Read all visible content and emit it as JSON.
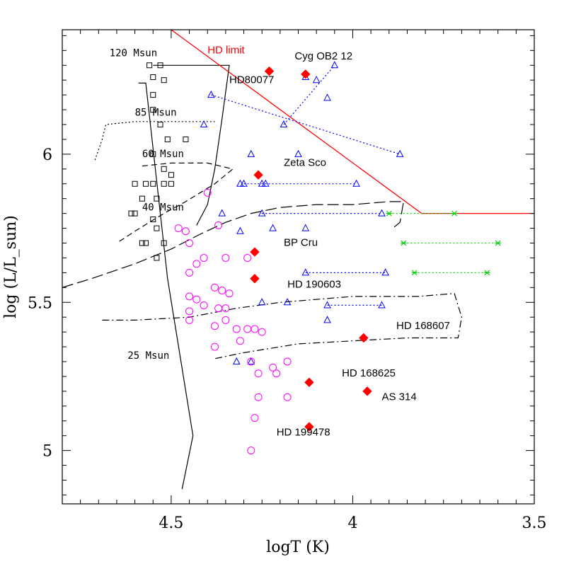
{
  "chart_data": {
    "type": "scatter",
    "xlabel": "logT (K)",
    "ylabel": "log (L/L_sun)",
    "xlim": [
      4.8,
      3.5
    ],
    "ylim": [
      4.82,
      6.42
    ],
    "x_ticks": [
      {
        "value": 4.5,
        "label": "4.5"
      },
      {
        "value": 4.0,
        "label": "4"
      },
      {
        "value": 3.5,
        "label": "3.5"
      }
    ],
    "y_ticks": [
      {
        "value": 5.0,
        "label": "5"
      },
      {
        "value": 5.5,
        "label": "5.5"
      },
      {
        "value": 6.0,
        "label": "6"
      }
    ],
    "hd_limit": {
      "label": "HD limit",
      "color": "#ff0000",
      "points": [
        [
          4.5,
          6.42
        ],
        [
          3.81,
          5.8
        ],
        [
          3.5,
          5.8
        ]
      ]
    },
    "tracks": [
      {
        "label": "120 Msun",
        "style": "solid",
        "points": [
          [
            4.55,
            6.3
          ],
          [
            4.34,
            6.3
          ],
          [
            4.36,
            6.12
          ],
          [
            4.38,
            5.95
          ],
          [
            4.4,
            5.83
          ],
          [
            4.43,
            5.76
          ]
        ]
      },
      {
        "label": "85 Msun",
        "style": "dotted",
        "points": [
          [
            4.71,
            5.98
          ],
          [
            4.69,
            6.05
          ],
          [
            4.68,
            6.1
          ],
          [
            4.6,
            6.11
          ],
          [
            4.38,
            6.11
          ]
        ]
      },
      {
        "label": "60 Msun",
        "style": "dashed",
        "points": [
          [
            4.58,
            5.96
          ],
          [
            4.5,
            5.97
          ],
          [
            4.4,
            5.97
          ],
          [
            4.33,
            5.95
          ],
          [
            4.38,
            5.9
          ],
          [
            4.46,
            5.84
          ],
          [
            4.52,
            5.8
          ],
          [
            4.6,
            5.74
          ],
          [
            4.65,
            5.7
          ]
        ]
      },
      {
        "label": "40 Msun",
        "style": "longdash",
        "points": [
          [
            4.8,
            5.55
          ],
          [
            4.72,
            5.58
          ],
          [
            4.6,
            5.63
          ],
          [
            4.5,
            5.68
          ],
          [
            4.42,
            5.73
          ],
          [
            4.35,
            5.77
          ],
          [
            4.28,
            5.8
          ],
          [
            4.2,
            5.82
          ],
          [
            4.1,
            5.83
          ],
          [
            4.0,
            5.83
          ],
          [
            3.9,
            5.84
          ],
          [
            3.86,
            5.84
          ],
          [
            3.87,
            5.77
          ],
          [
            3.89,
            5.75
          ]
        ]
      },
      {
        "label": "25 Msun",
        "style": "dashdot",
        "points": [
          [
            4.69,
            5.44
          ],
          [
            4.6,
            5.44
          ],
          [
            4.45,
            5.45
          ],
          [
            4.32,
            5.48
          ],
          [
            4.2,
            5.5
          ],
          [
            4.0,
            5.52
          ],
          [
            3.82,
            5.52
          ],
          [
            3.72,
            5.53
          ],
          [
            3.7,
            5.45
          ],
          [
            3.71,
            5.38
          ],
          [
            3.85,
            5.38
          ],
          [
            4.0,
            5.37
          ],
          [
            4.15,
            5.36
          ],
          [
            4.3,
            5.33
          ],
          [
            4.38,
            5.31
          ]
        ]
      }
    ],
    "zams": {
      "label": "",
      "points": [
        [
          4.59,
          6.24
        ],
        [
          4.57,
          6.24
        ],
        [
          4.51,
          5.58
        ],
        [
          4.44,
          5.05
        ],
        [
          4.47,
          4.87
        ]
      ]
    },
    "series": [
      {
        "marker": "square",
        "color": "#000000",
        "points": [
          [
            4.56,
            6.3
          ],
          [
            4.53,
            6.3
          ],
          [
            4.55,
            6.26
          ],
          [
            4.52,
            6.25
          ],
          [
            4.55,
            6.2
          ],
          [
            4.55,
            6.15
          ],
          [
            4.53,
            6.1
          ],
          [
            4.51,
            6.05
          ],
          [
            4.46,
            6.05
          ],
          [
            4.55,
            6.0
          ],
          [
            4.52,
            5.95
          ],
          [
            4.5,
            5.93
          ],
          [
            4.6,
            5.9
          ],
          [
            4.57,
            5.9
          ],
          [
            4.55,
            5.9
          ],
          [
            4.52,
            5.9
          ],
          [
            4.5,
            5.9
          ],
          [
            4.58,
            5.85
          ],
          [
            4.54,
            5.85
          ],
          [
            4.61,
            5.8
          ],
          [
            4.6,
            5.8
          ],
          [
            4.55,
            5.78
          ],
          [
            4.54,
            5.75
          ],
          [
            4.58,
            5.7
          ],
          [
            4.57,
            5.7
          ],
          [
            4.52,
            5.7
          ],
          [
            4.54,
            5.65
          ]
        ]
      },
      {
        "marker": "triangle",
        "color": "#0000ff",
        "points": [
          [
            4.39,
            6.2
          ],
          [
            4.41,
            6.1
          ],
          [
            4.19,
            6.1
          ],
          [
            4.05,
            6.3
          ],
          [
            4.13,
            6.26
          ],
          [
            4.1,
            6.25
          ],
          [
            4.07,
            6.19
          ],
          [
            3.87,
            6.0
          ],
          [
            4.15,
            6.0
          ],
          [
            4.28,
            6.0
          ],
          [
            4.3,
            5.9
          ],
          [
            4.31,
            5.9
          ],
          [
            4.25,
            5.9
          ],
          [
            3.99,
            5.9
          ],
          [
            4.24,
            5.9
          ],
          [
            4.36,
            5.8
          ],
          [
            4.25,
            5.8
          ],
          [
            3.92,
            5.8
          ],
          [
            4.13,
            5.75
          ],
          [
            4.22,
            5.75
          ],
          [
            4.31,
            5.74
          ],
          [
            4.13,
            5.6
          ],
          [
            3.91,
            5.6
          ],
          [
            4.07,
            5.49
          ],
          [
            3.92,
            5.49
          ],
          [
            4.25,
            5.5
          ],
          [
            4.18,
            5.5
          ],
          [
            4.07,
            5.44
          ],
          [
            4.32,
            5.3
          ],
          [
            4.28,
            5.3
          ]
        ]
      },
      {
        "marker": "circle",
        "color": "#ff00ff",
        "points": [
          [
            4.4,
            5.87
          ],
          [
            4.48,
            5.75
          ],
          [
            4.46,
            5.74
          ],
          [
            4.37,
            5.76
          ],
          [
            4.45,
            5.7
          ],
          [
            4.41,
            5.65
          ],
          [
            4.35,
            5.65
          ],
          [
            4.29,
            5.65
          ],
          [
            4.43,
            5.63
          ],
          [
            4.45,
            5.6
          ],
          [
            4.38,
            5.55
          ],
          [
            4.36,
            5.54
          ],
          [
            4.34,
            5.53
          ],
          [
            4.45,
            5.52
          ],
          [
            4.43,
            5.51
          ],
          [
            4.41,
            5.49
          ],
          [
            4.37,
            5.48
          ],
          [
            4.35,
            5.48
          ],
          [
            4.45,
            5.47
          ],
          [
            4.45,
            5.44
          ],
          [
            4.35,
            5.44
          ],
          [
            4.38,
            5.42
          ],
          [
            4.32,
            5.41
          ],
          [
            4.29,
            5.41
          ],
          [
            4.27,
            5.41
          ],
          [
            4.25,
            5.4
          ],
          [
            4.31,
            5.37
          ],
          [
            4.38,
            5.35
          ],
          [
            4.28,
            5.3
          ],
          [
            4.22,
            5.28
          ],
          [
            4.18,
            5.3
          ],
          [
            4.21,
            5.26
          ],
          [
            4.26,
            5.26
          ],
          [
            4.18,
            5.18
          ],
          [
            4.26,
            5.18
          ],
          [
            4.27,
            5.11
          ],
          [
            4.28,
            5.0
          ]
        ]
      },
      {
        "marker": "star",
        "color": "#00cc00",
        "points": [
          [
            3.9,
            5.8
          ],
          [
            3.72,
            5.8
          ],
          [
            3.86,
            5.7
          ],
          [
            3.6,
            5.7
          ],
          [
            3.83,
            5.6
          ],
          [
            3.63,
            5.6
          ]
        ]
      },
      {
        "marker": "diamond",
        "color": "#ff0000",
        "points": [
          [
            4.23,
            6.28
          ],
          [
            4.13,
            6.27
          ],
          [
            4.26,
            5.93
          ],
          [
            4.27,
            5.67
          ],
          [
            4.27,
            5.58
          ],
          [
            3.97,
            5.38
          ],
          [
            4.12,
            5.23
          ],
          [
            3.96,
            5.2
          ],
          [
            4.12,
            5.08
          ]
        ]
      }
    ],
    "blue_links": [
      [
        [
          4.39,
          6.2
        ],
        [
          3.87,
          6.0
        ]
      ],
      [
        [
          4.19,
          6.1
        ],
        [
          4.05,
          6.3
        ]
      ],
      [
        [
          4.3,
          5.9
        ],
        [
          3.99,
          5.9
        ]
      ],
      [
        [
          4.25,
          5.8
        ],
        [
          3.92,
          5.8
        ]
      ],
      [
        [
          4.13,
          5.6
        ],
        [
          3.91,
          5.6
        ]
      ],
      [
        [
          4.07,
          5.49
        ],
        [
          3.92,
          5.49
        ]
      ]
    ],
    "green_links": [
      [
        [
          3.9,
          5.8
        ],
        [
          3.72,
          5.8
        ]
      ],
      [
        [
          3.86,
          5.7
        ],
        [
          3.6,
          5.7
        ]
      ],
      [
        [
          3.83,
          5.6
        ],
        [
          3.63,
          5.6
        ]
      ]
    ],
    "annotations": [
      {
        "text": "Cyg OB2 12",
        "x": 4.16,
        "y": 6.32
      },
      {
        "text": "HD80077",
        "x": 4.34,
        "y": 6.24
      },
      {
        "text": "Zeta Sco",
        "x": 4.19,
        "y": 5.96
      },
      {
        "text": "BP Cru",
        "x": 4.19,
        "y": 5.69
      },
      {
        "text": "HD 190603",
        "x": 4.18,
        "y": 5.55
      },
      {
        "text": "HD 168607",
        "x": 3.88,
        "y": 5.41
      },
      {
        "text": "HD 168625",
        "x": 4.03,
        "y": 5.25
      },
      {
        "text": "AS 314",
        "x": 3.92,
        "y": 5.17
      },
      {
        "text": "HD 199478",
        "x": 4.21,
        "y": 5.05
      }
    ]
  }
}
